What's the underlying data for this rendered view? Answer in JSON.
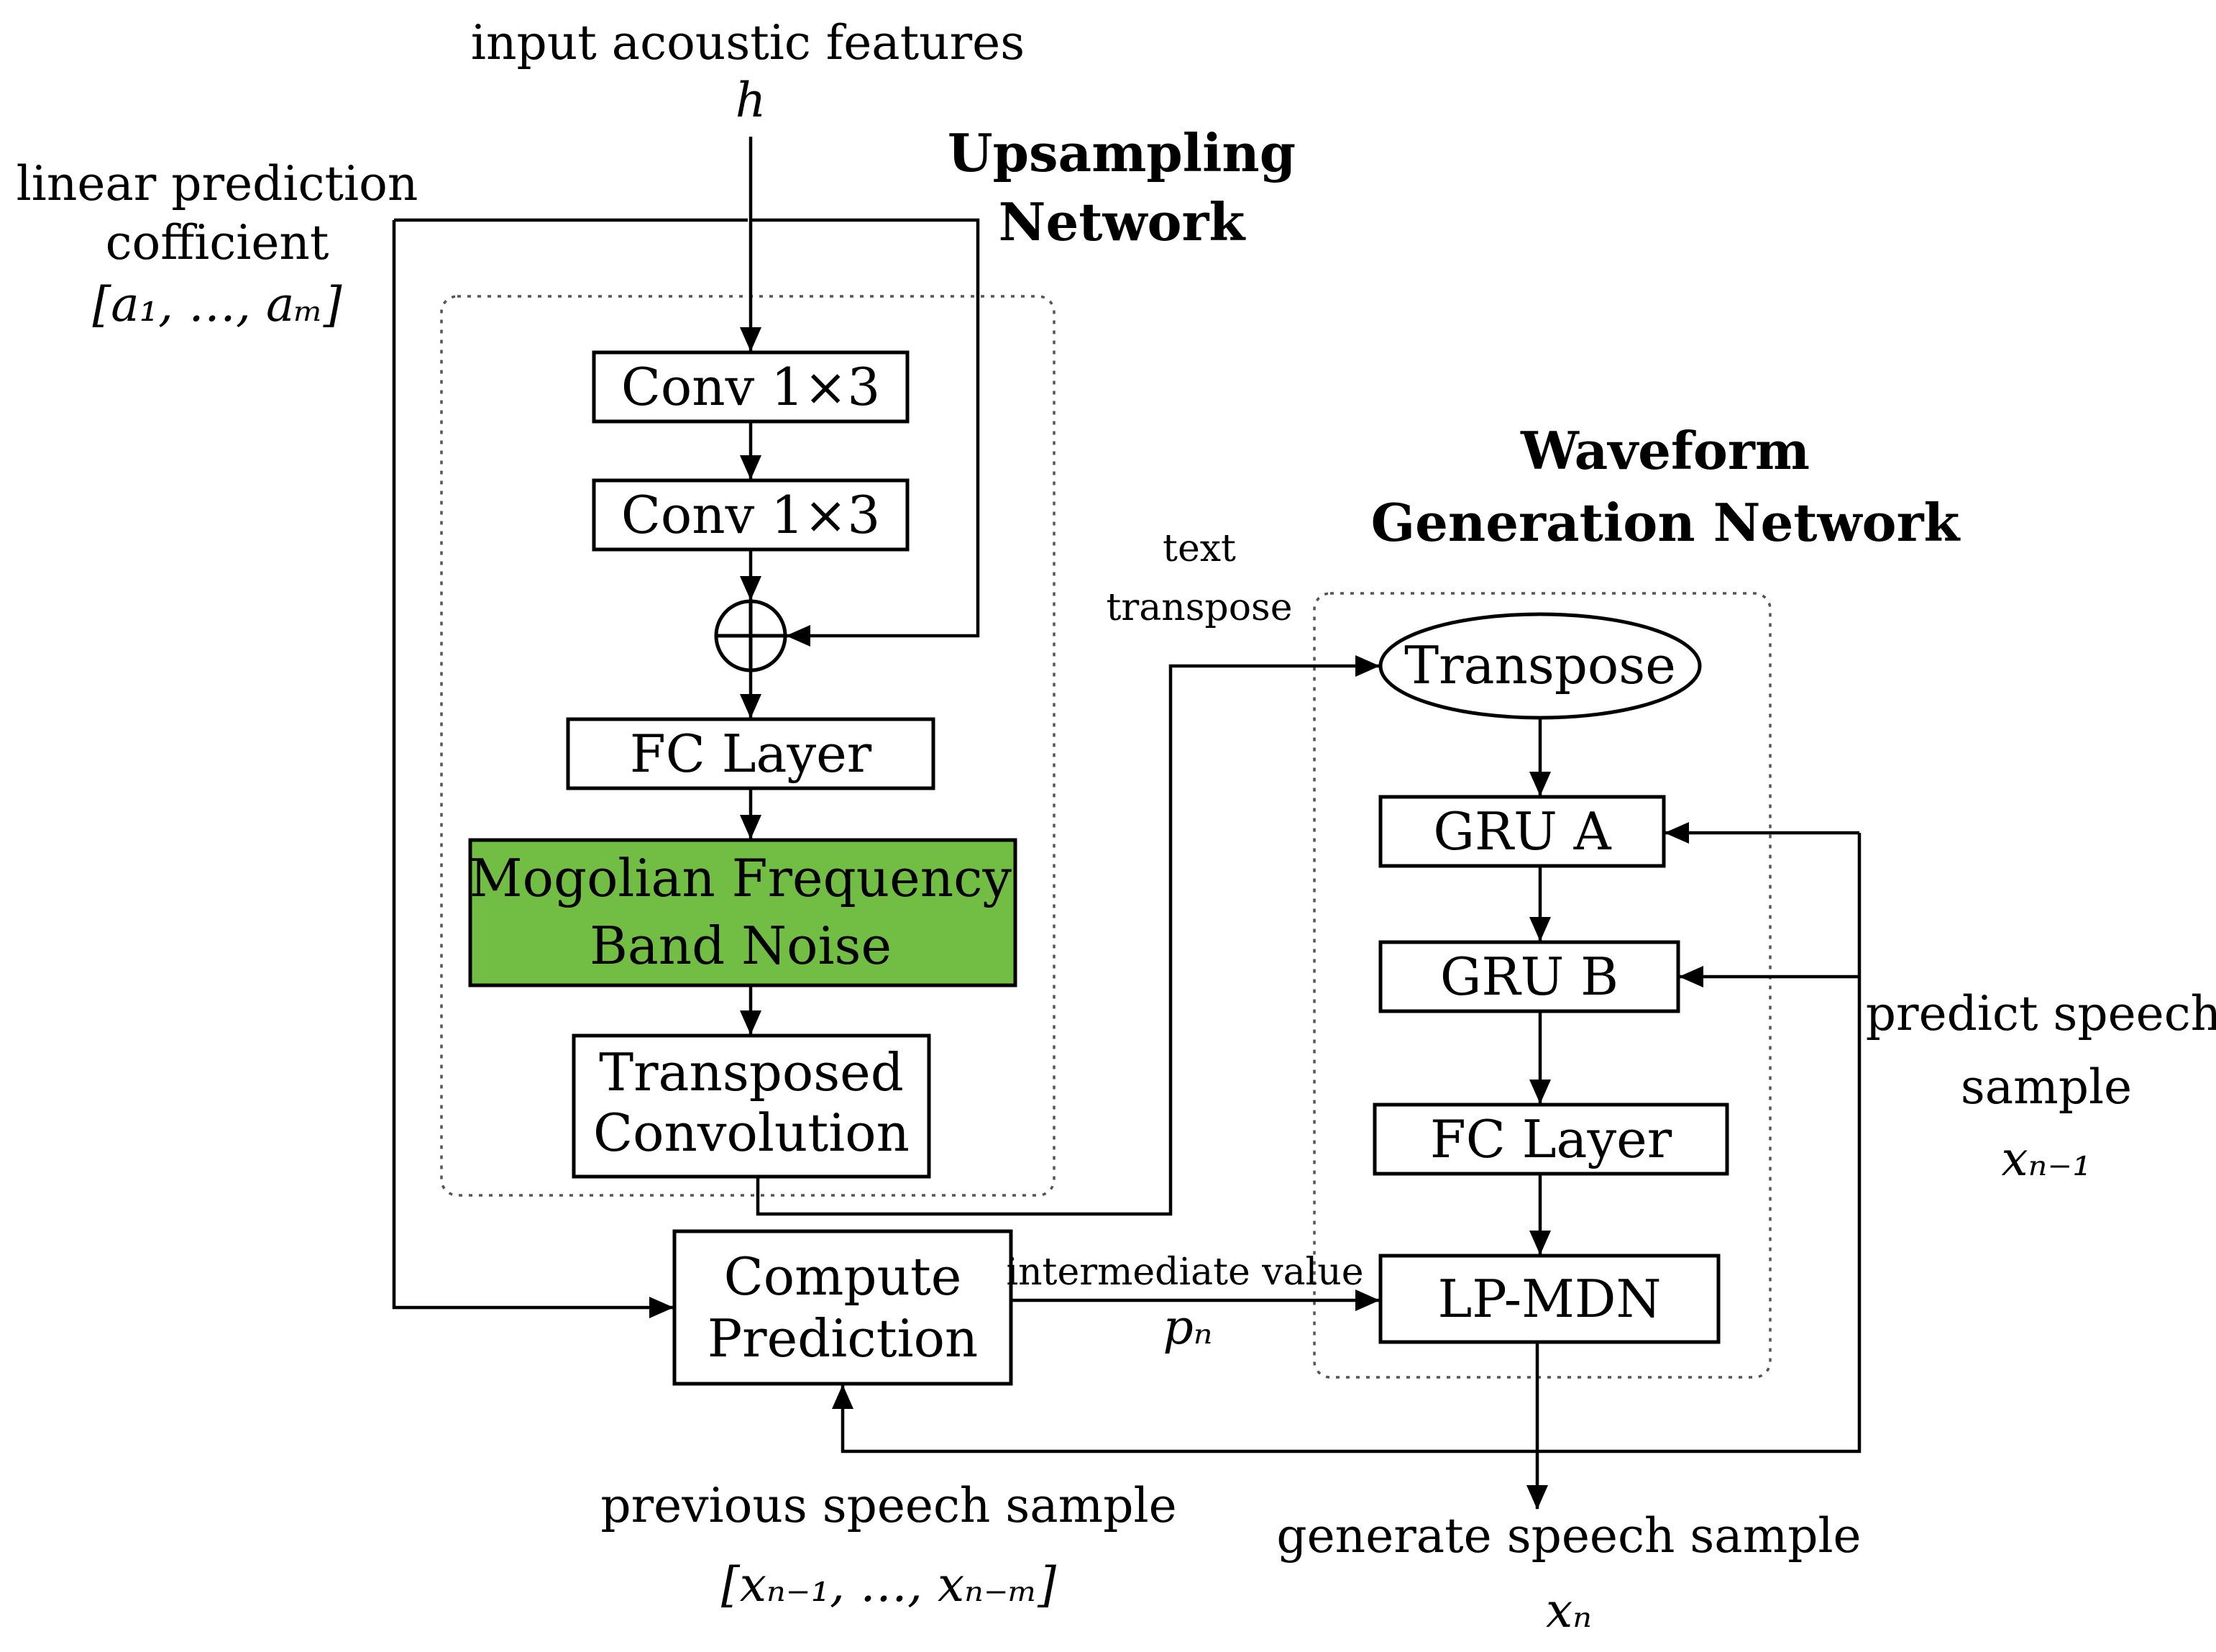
{
  "inputs": {
    "acoustic_label": "input acoustic features",
    "acoustic_symbol": "h",
    "lpc_label_line1": "linear prediction",
    "lpc_label_line2": "cofficient",
    "lpc_symbol": "[a₁, …, aₘ]"
  },
  "upsampling": {
    "title_line1": "Upsampling",
    "title_line2": "Network",
    "conv1": "Conv 1×3",
    "conv2": "Conv 1×3",
    "fc": "FC Layer",
    "noise_line1": "Mogolian Frequency",
    "noise_line2": "Band Noise",
    "transposed_line1": "Transposed",
    "transposed_line2": "Convolution"
  },
  "waveform": {
    "title_line1": "Waveform",
    "title_line2": "Generation Network",
    "transpose": "Transpose",
    "gru_a": "GRU A",
    "gru_b": "GRU B",
    "fc": "FC Layer",
    "lpmdn": "LP-MDN"
  },
  "edges": {
    "text_transpose_line1": "text",
    "text_transpose_line2": "transpose",
    "intermediate_label": "intermediate value",
    "intermediate_symbol": "pₙ",
    "predict_line1": "predict speech",
    "predict_line2": "sample",
    "predict_symbol": "xₙ₋₁"
  },
  "compute": {
    "line1": "Compute",
    "line2": "Prediction"
  },
  "outputs": {
    "previous_label": "previous speech sample",
    "previous_symbol": "[xₙ₋₁, …, xₙ₋ₘ]",
    "generate_label": "generate speech sample",
    "generate_symbol": "xₙ"
  },
  "colors": {
    "noise_fill": "#72BE44",
    "line": "#000000",
    "background": "#FFFFFF"
  }
}
